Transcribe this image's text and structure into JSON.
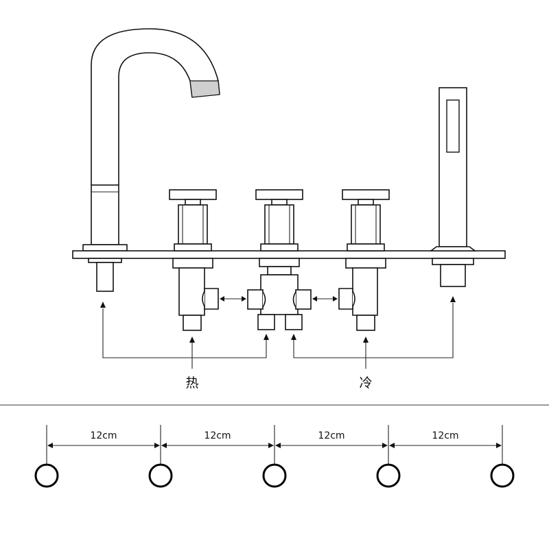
{
  "labels": {
    "hot": "热",
    "cold": "冷"
  },
  "dimensions": [
    "12cm",
    "12cm",
    "12cm",
    "12cm"
  ],
  "colors": {
    "line": "#111111",
    "background": "#ffffff"
  }
}
